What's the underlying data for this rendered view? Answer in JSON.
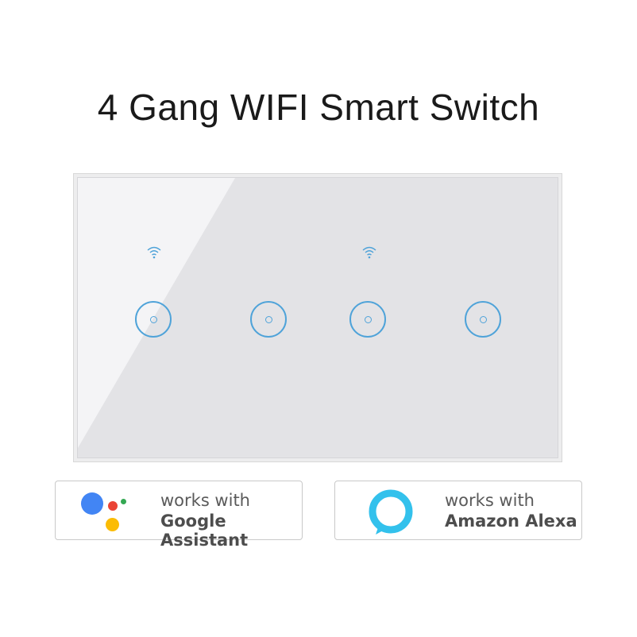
{
  "title": "4 Gang WIFI Smart Switch",
  "panel": {
    "gang_count": 4,
    "buttons": [
      {
        "label": "",
        "name": "touch-button-1",
        "has_wifi_indicator": true
      },
      {
        "label": "",
        "name": "touch-button-2",
        "has_wifi_indicator": false
      },
      {
        "label": "",
        "name": "touch-button-3",
        "has_wifi_indicator": true
      },
      {
        "label": "",
        "name": "touch-button-4",
        "has_wifi_indicator": false
      }
    ],
    "accent_color": "#4fa3d9",
    "panel_color": "#e3e3e6"
  },
  "badges": {
    "google": {
      "line1": "works with",
      "line2": "Google Assistant",
      "icon": "google-assistant-icon"
    },
    "alexa": {
      "line1": "works with",
      "line2": "Amazon Alexa",
      "icon": "alexa-ring-icon"
    }
  },
  "colors": {
    "google_blue": "#4285f4",
    "google_red": "#ea4335",
    "google_yellow": "#fbbc05",
    "google_green": "#34a853",
    "alexa_cyan": "#33c1ec"
  }
}
